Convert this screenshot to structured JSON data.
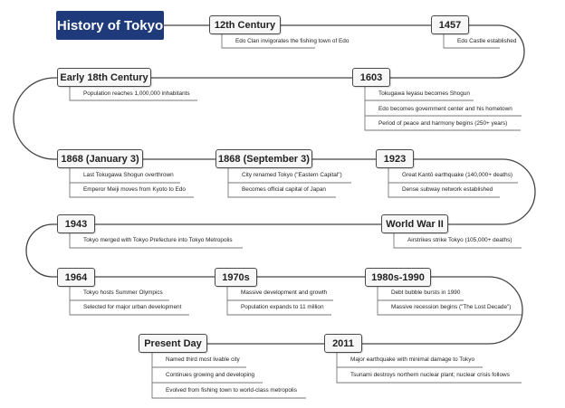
{
  "title": "History of Tokyo",
  "colors": {
    "title_bg": "#1e3a7b",
    "node_border": "#4a4a4a",
    "connector": "#444444"
  },
  "events": [
    {
      "label": "12th Century",
      "details": [
        "Edo Clan invigorates the fishing town of Edo"
      ]
    },
    {
      "label": "1457",
      "details": [
        "Edo Castle established"
      ]
    },
    {
      "label": "Early 18th Century",
      "details": [
        "Population reaches 1,000,000 inhabitants"
      ]
    },
    {
      "label": "1603",
      "details": [
        "Tokugawa Ieyasu becomes Shogun",
        "Edo becomes government center and his hometown",
        "Period of peace and harmony begins (250+ years)"
      ]
    },
    {
      "label": "1868 (January 3)",
      "details": [
        "Last Tokugawa Shogun overthrown",
        "Emperor Meiji moves from Kyoto to Edo"
      ]
    },
    {
      "label": "1868 (September 3)",
      "details": [
        "City renamed Tokyo (\"Eastern Capital\")",
        "Becomes official capital of Japan"
      ]
    },
    {
      "label": "1923",
      "details": [
        "Great Kantō earthquake (140,000+ deaths)",
        "Dense subway network established"
      ]
    },
    {
      "label": "1943",
      "details": [
        "Tokyo merged with Tokyo Prefecture into Tokyo Metropolis"
      ]
    },
    {
      "label": "World War II",
      "details": [
        "Airstrikes strike Tokyo (105,000+ deaths)"
      ]
    },
    {
      "label": "1964",
      "details": [
        "Tokyo hosts Summer Olympics",
        "Selected for major urban development"
      ]
    },
    {
      "label": "1970s",
      "details": [
        "Massive development and growth",
        "Population expands to 11 million"
      ]
    },
    {
      "label": "1980s-1990",
      "details": [
        "Debt bubble bursts in 1990",
        "Massive recession begins (\"The Lost Decade\")"
      ]
    },
    {
      "label": "Present Day",
      "details": [
        "Named third most livable city",
        "Continues growing and developing",
        "Evolved from fishing town to world-class metropolis"
      ]
    },
    {
      "label": "2011",
      "details": [
        "Major earthquake with minimal damage to Tokyo",
        "Tsunami destroys northern nuclear plant; nuclear crisis follows"
      ]
    }
  ]
}
